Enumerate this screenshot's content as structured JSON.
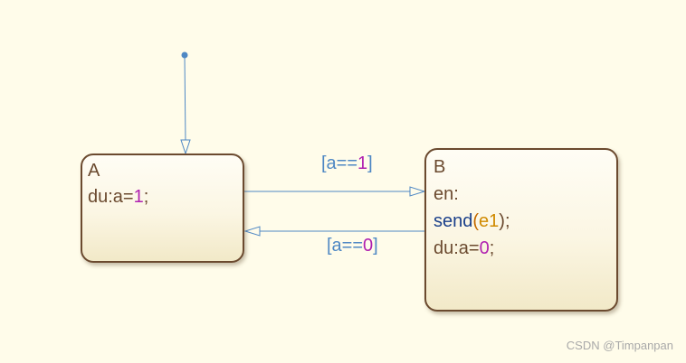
{
  "states": {
    "a": {
      "name": "A",
      "action": {
        "prefix": "du:a=",
        "value": "1",
        "suffix": ";"
      }
    },
    "b": {
      "name": "B",
      "entry_label": "en:",
      "send": {
        "fn": "send",
        "open": "(",
        "event": "e1",
        "close": ");"
      },
      "action": {
        "prefix": "du:a=",
        "value": "0",
        "suffix": ";"
      }
    }
  },
  "transitions": {
    "a_to_b": {
      "open": "[a==",
      "value": "1",
      "close": "]"
    },
    "b_to_a": {
      "open": "[a==",
      "value": "0",
      "close": "]"
    }
  },
  "colors": {
    "background": "#fffcea",
    "state_border": "#6b4a2f",
    "transition": "#4f88c4",
    "number": "#b020b0",
    "function": "#1a3f8a",
    "event": "#d08a00"
  },
  "watermark": "CSDN @Timpanpan"
}
